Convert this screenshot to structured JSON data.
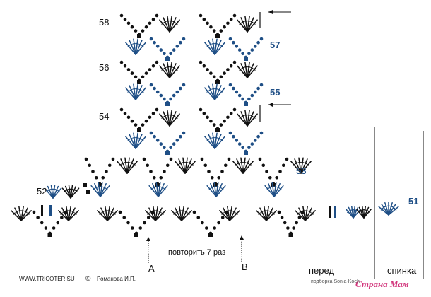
{
  "colors": {
    "black": "#111111",
    "blue": "#1f4f86",
    "watermark": "#d1337a"
  },
  "rows": [
    {
      "label": "58",
      "color": "black"
    },
    {
      "label": "57",
      "color": "blue"
    },
    {
      "label": "56",
      "color": "black"
    },
    {
      "label": "55",
      "color": "blue"
    },
    {
      "label": "54",
      "color": "black"
    },
    {
      "label": "53",
      "color": "blue"
    },
    {
      "label": "52",
      "color": "black"
    },
    {
      "label": "51",
      "color": "blue"
    }
  ],
  "repeat_note": "повторить 7 раз",
  "marker_a": "A",
  "marker_b": "B",
  "footer": {
    "site": "WWW.TRICOTER.SU",
    "copyright": "©",
    "author": "Романова И.П."
  },
  "section_front": "перед",
  "section_back": "спинка",
  "watermark": {
    "text": "Страна Мам",
    "sub": "подборка Sonja-Koeh"
  }
}
